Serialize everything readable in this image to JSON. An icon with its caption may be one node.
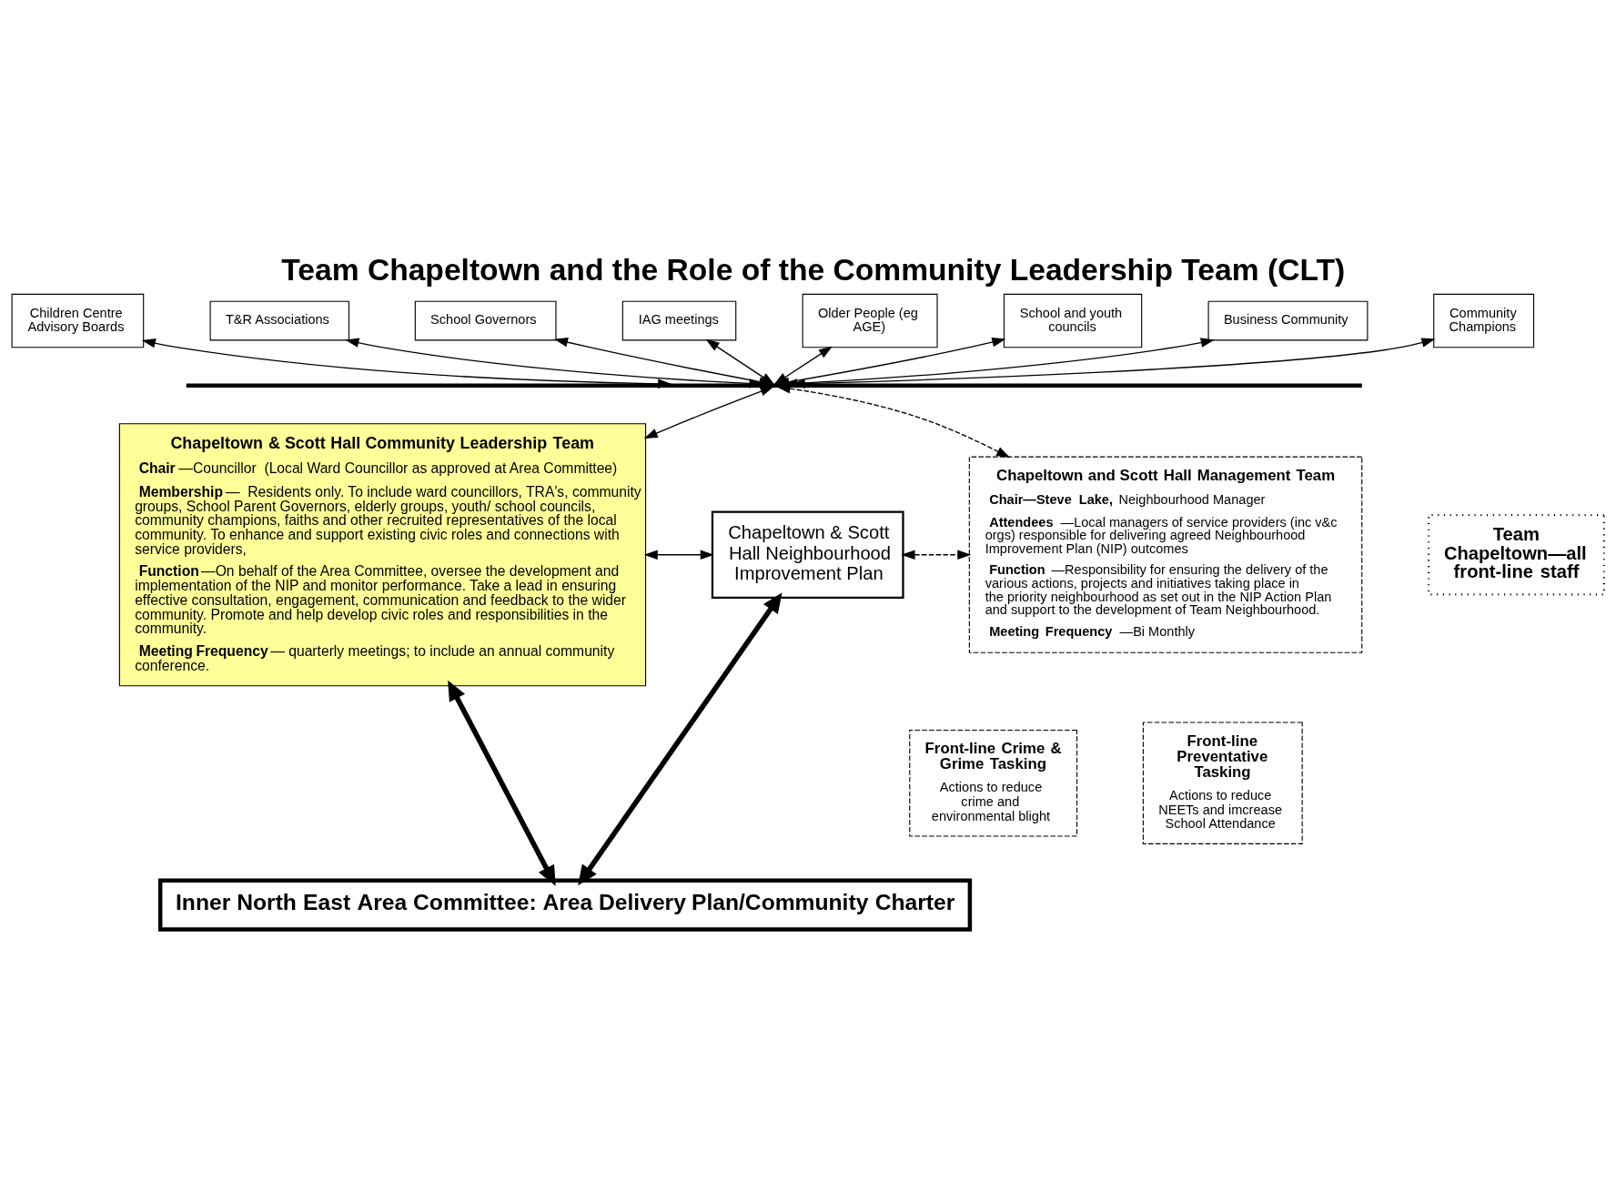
{
  "diagram": {
    "title": "Team Chapeltown and the Role of the Community Leadership Team (CLT)",
    "nodes": [
      {
        "text": [
          "Children Centre Advisory Boards"
        ]
      },
      {
        "text": [
          "T&R Associations"
        ]
      },
      {
        "text": [
          "School Governors"
        ]
      },
      {
        "text": [
          "IAG meetings"
        ]
      },
      {
        "text": [
          "Older People (eg AGE)"
        ]
      },
      {
        "text": [
          "School and youth councils"
        ]
      },
      {
        "text": [
          "Business Community"
        ]
      },
      {
        "text": [
          "Community Champions"
        ]
      },
      {
        "text": [],
        "shape": "bar"
      },
      {
        "text": [
          "Chapeltown & Scott Hall Community Leadership Team",
          "**Chair**—Councillor  (Local Ward Councillor as approved at Area Committee)",
          "**Membership**—  Residents only. To include ward councillors, TRA's, community groups, School Parent Governors, elderly groups, youth/ school councils, community champions, faiths and other recruited representatives of the local community. To enhance and support existing civic roles and connections with service providers,",
          "**Function**—On behalf of the Area Committee, oversee the development and implementation of the NIP and monitor performance. Take a lead in ensuring effective consultation, engagement, communication and feedback to the wider community. Promote and help develop civic roles and responsibilities in the community.",
          "**Meeting Frequency**— quarterly meetings; to include an annual community conference."
        ]
      },
      {
        "text": [
          "Chapeltown & Scott Hall Neighbourhood Improvement Plan"
        ]
      },
      {
        "text": [
          "Chapeltown and Scott Hall Management Team",
          "**Chair—Steve Lake,** Neighbourhood Manager",
          "**Attendees**—Local managers of service providers (inc v&c orgs) responsible for delivering agreed Neighbourhood Improvement Plan (NIP) outcomes",
          "**Function**—Responsibility for ensuring the delivery of the various actions, projects and initiatives taking place in the priority neighbourhood as set out in the NIP Action Plan and support to the development of Team Neighbourhood.",
          "**Meeting Frequency**—Bi Monthly"
        ]
      },
      {
        "text": [
          "Front-line Crime & Grime Tasking",
          "Actions to reduce crime and  environmental blight"
        ]
      },
      {
        "text": [
          "Front-line Preventative Tasking",
          "Actions to reduce NEETs and imcrease School Attendance"
        ]
      },
      {
        "text": [
          "Team Chapeltown—all front-line staff"
        ]
      },
      {
        "text": [
          "Inner North East Area Committee: Area Delivery Plan/Community Charter"
        ]
      }
    ],
    "edges": [
      {
        "from": 0,
        "to": 8,
        "arrow": "both"
      },
      {
        "from": 1,
        "to": 8,
        "arrow": "both"
      },
      {
        "from": 2,
        "to": 8,
        "arrow": "both"
      },
      {
        "from": 3,
        "to": 8,
        "arrow": "both"
      },
      {
        "from": 4,
        "to": 8,
        "arrow": "both"
      },
      {
        "from": 5,
        "to": 8,
        "arrow": "both"
      },
      {
        "from": 6,
        "to": 8,
        "arrow": "both"
      },
      {
        "from": 7,
        "to": 8,
        "arrow": "both"
      },
      {
        "from": 8,
        "to": 9,
        "arrow": "both"
      },
      {
        "from": 8,
        "to": 11,
        "arrow": "both",
        "style": "dashed"
      },
      {
        "from": 9,
        "to": 10,
        "arrow": "both"
      },
      {
        "from": 10,
        "to": 11,
        "arrow": "both",
        "style": "dashed"
      },
      {
        "from": 9,
        "to": 15,
        "arrow": "both",
        "style": "thick"
      },
      {
        "from": 10,
        "to": 15,
        "arrow": "both",
        "style": "thick"
      }
    ]
  }
}
